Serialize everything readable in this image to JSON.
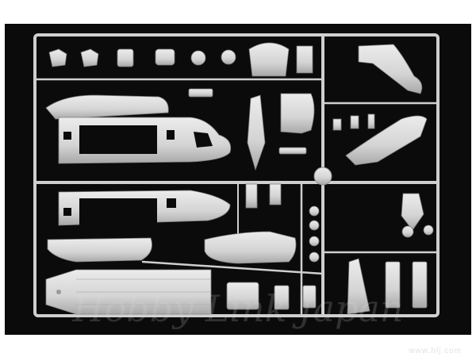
{
  "photo": {
    "subject": "plastic-model-sprue",
    "colors": {
      "background": "#0b0b0b",
      "plastic": "#d9d9d9",
      "plastic_shadow": "#9c9c9c",
      "page": "#ffffff"
    }
  },
  "watermark": {
    "script_text": "Hobby Link Japan",
    "url_text": "www.hlj.com"
  }
}
